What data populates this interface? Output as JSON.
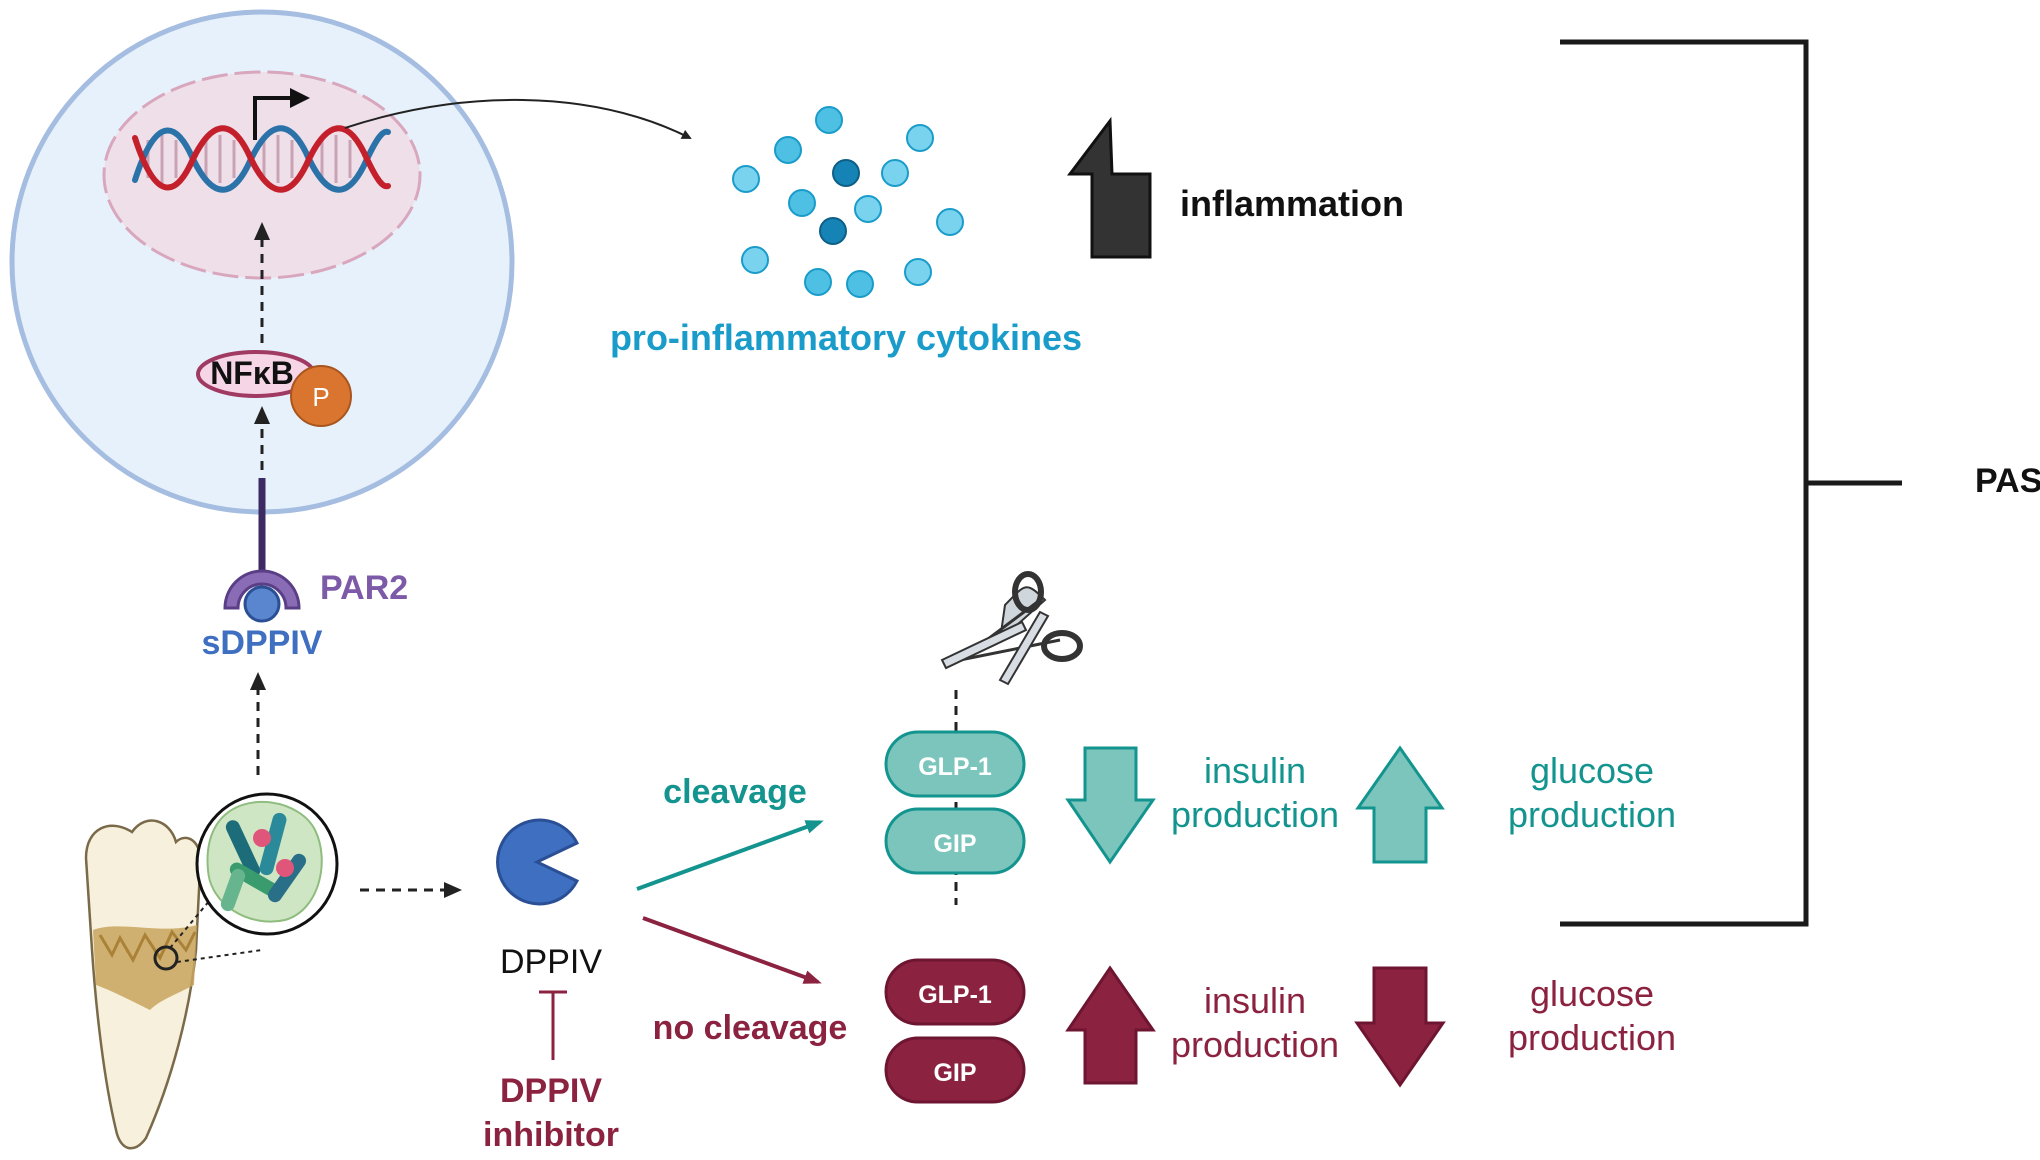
{
  "labels": {
    "nfkb": "NFκB",
    "phospho": "P",
    "par2": "PAR2",
    "sdppiv": "sDPPIV",
    "pro_cytokines": "pro-inflammatory cytokines",
    "inflammation": "inflammation",
    "pasc": "PASC",
    "dppiv": "DPPIV",
    "inhibitor_line1": "DPPIV",
    "inhibitor_line2": "inhibitor",
    "cleavage": "cleavage",
    "no_cleavage": "no cleavage",
    "glp1_top": "GLP-1",
    "gip_top": "GIP",
    "glp1_bottom": "GLP-1",
    "gip_bottom": "GIP",
    "insulin_top_1": "insulin",
    "insulin_top_2": "production",
    "glucose_top_1": "glucose",
    "glucose_top_2": "production",
    "insulin_bottom_1": "insulin",
    "insulin_bottom_2": "production",
    "glucose_bottom_1": "glucose",
    "glucose_bottom_2": "production"
  },
  "colors": {
    "cell_fill": "#e6f1fb",
    "cell_stroke": "#a4bde0",
    "nucleus_fill": "#eedfe9",
    "nucleus_stroke": "#d9a7bd",
    "teal": "#14948f",
    "teal_fill": "#7cc5bc",
    "maroon": "#8b2240",
    "cytokine_blue": "#1a9ccb",
    "sdppiv_blue": "#3f6fc0",
    "par2_purple": "#7c5aa8",
    "dark_arrow": "#333333",
    "phospho_orange": "#d9752e",
    "dna_red": "#c4202c",
    "dna_blue": "#2b72a8"
  },
  "icons": [
    "cell-icon",
    "nucleus-icon",
    "dna-icon",
    "transcription-arrow-icon",
    "cytokine-dots-icon",
    "scissors-icon",
    "pacman-enzyme-icon",
    "tooth-icon",
    "bacteria-biofilm-icon",
    "receptor-icon",
    "up-arrow-icon",
    "down-arrow-icon",
    "inhibition-bar-icon"
  ]
}
